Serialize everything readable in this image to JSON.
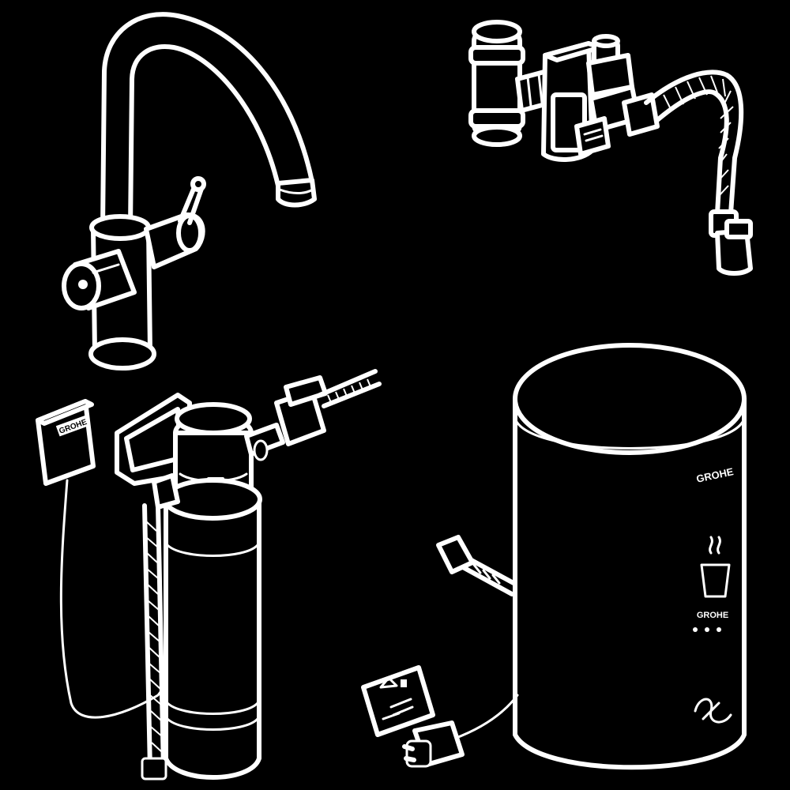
{
  "colors": {
    "background": "#000000",
    "line_art": "#ffffff"
  },
  "labels": {
    "controller_logo": "GROHE",
    "boiler_logo": "GROHE",
    "boiler_brand_small": "GROHE"
  },
  "components": [
    {
      "id": "faucet",
      "icon": "kitchen-faucet-icon"
    },
    {
      "id": "valve-assembly",
      "icon": "tee-valve-icon"
    },
    {
      "id": "controller",
      "icon": "control-box-icon"
    },
    {
      "id": "filter",
      "icon": "water-filter-icon"
    },
    {
      "id": "boiler",
      "icon": "boiler-tank-icon"
    },
    {
      "id": "power-plug",
      "icon": "power-plug-icon"
    },
    {
      "id": "warning-label",
      "icon": "warning-label-icon"
    }
  ]
}
